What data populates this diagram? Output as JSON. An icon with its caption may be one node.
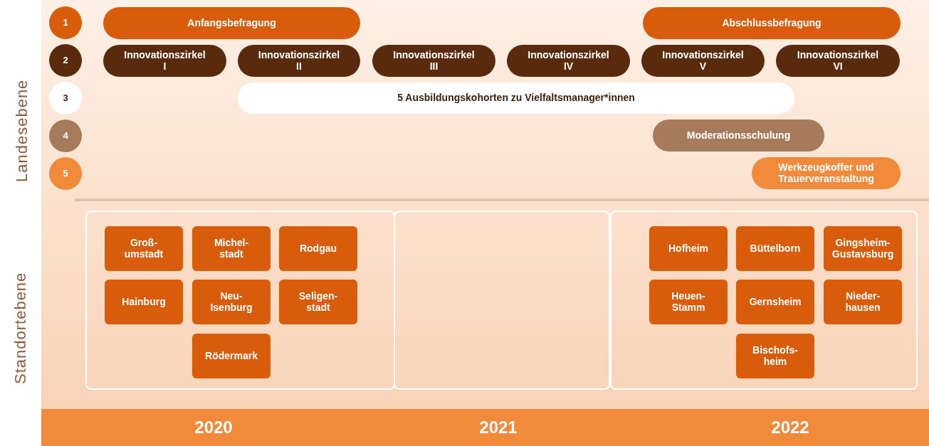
{
  "diagram": {
    "nodes": [
      {
        "text": [
          "1"
        ]
      },
      {
        "text": [
          "Anfangsbefragung"
        ]
      },
      {
        "text": [
          "Abschlussbefragung"
        ]
      },
      {
        "text": [
          "2"
        ]
      },
      {
        "text": [
          "Innovationszirkel I"
        ]
      },
      {
        "text": [
          "Innovationszirkel II"
        ]
      },
      {
        "text": [
          "Innovationszirkel III"
        ]
      },
      {
        "text": [
          "Innovationszirkel IV"
        ]
      },
      {
        "text": [
          "Innovationszirkel V"
        ]
      },
      {
        "text": [
          "Innovationszirkel VI"
        ]
      },
      {
        "text": [
          "3"
        ]
      },
      {
        "text": [
          "5 Ausbildungskohorten zu Vielfaltsmanager*innen"
        ]
      },
      {
        "text": [
          "4"
        ]
      },
      {
        "text": [
          "Moderationsschulung"
        ]
      },
      {
        "text": [
          "5"
        ]
      },
      {
        "text": [
          "Werkzeugkoffer und Trauerveranstaltung"
        ]
      },
      {
        "text": [],
        "shape": "box"
      },
      {
        "text": [],
        "shape": "box"
      },
      {
        "text": [],
        "shape": "box"
      },
      {
        "text": [
          "Groß- umstadt"
        ],
        "in": 16
      },
      {
        "text": [
          "Michel- stadt"
        ],
        "in": 16
      },
      {
        "text": [
          "Rodgau"
        ],
        "in": 16
      },
      {
        "text": [
          "Hainburg"
        ],
        "in": 16
      },
      {
        "text": [
          "Neu- Isenburg"
        ],
        "in": 16
      },
      {
        "text": [
          "Seligen- stadt"
        ],
        "in": 16
      },
      {
        "text": [
          "Rödermark"
        ],
        "in": 16
      },
      {
        "text": [
          "Hofheim"
        ],
        "in": 18
      },
      {
        "text": [
          "Büttelborn"
        ],
        "in": 18
      },
      {
        "text": [
          "Gingsheim- Gustavsburg"
        ],
        "in": 18
      },
      {
        "text": [
          "Heuen- Stamm"
        ],
        "in": 18
      },
      {
        "text": [
          "Gernsheim"
        ],
        "in": 18
      },
      {
        "text": [
          "Nieder- hausen"
        ],
        "in": 18
      },
      {
        "text": [
          "Bischofs- heim"
        ],
        "in": 18
      }
    ],
    "edges": [],
    "labels": [
      "Landesebene",
      "Standortebene",
      "2020",
      "2021",
      "2022"
    ]
  }
}
